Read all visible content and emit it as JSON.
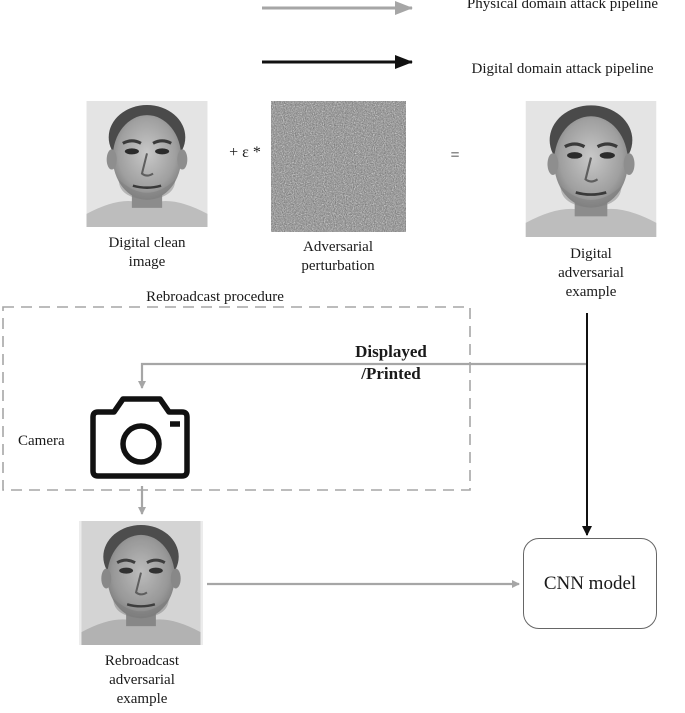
{
  "legend": {
    "physical": "Physical domain attack pipeline",
    "digital": "Digital domain attack pipeline"
  },
  "colors": {
    "physical_arrow": "#a6a6a6",
    "digital_arrow": "#111111",
    "dashed_box": "#a6a6a6"
  },
  "equation": {
    "plus_eps": "+ ε *",
    "equals": "="
  },
  "images": {
    "clean": {
      "label": "Digital clean\nimage",
      "icon": "face-photo"
    },
    "perturbation": {
      "label": "Adversarial\nperturbation",
      "icon": "noise-pattern"
    },
    "digital_adv": {
      "label": "Digital\nadversarial\nexample",
      "icon": "face-photo"
    },
    "rebroadcast_adv": {
      "label": "Rebroadcast\nadversarial\nexample",
      "icon": "face-photo"
    }
  },
  "procedure": {
    "title": "Rebroadcast procedure",
    "displayed": "Displayed\n/Printed",
    "camera": "Camera",
    "camera_icon": "camera-icon"
  },
  "model": {
    "label": "CNN model"
  }
}
